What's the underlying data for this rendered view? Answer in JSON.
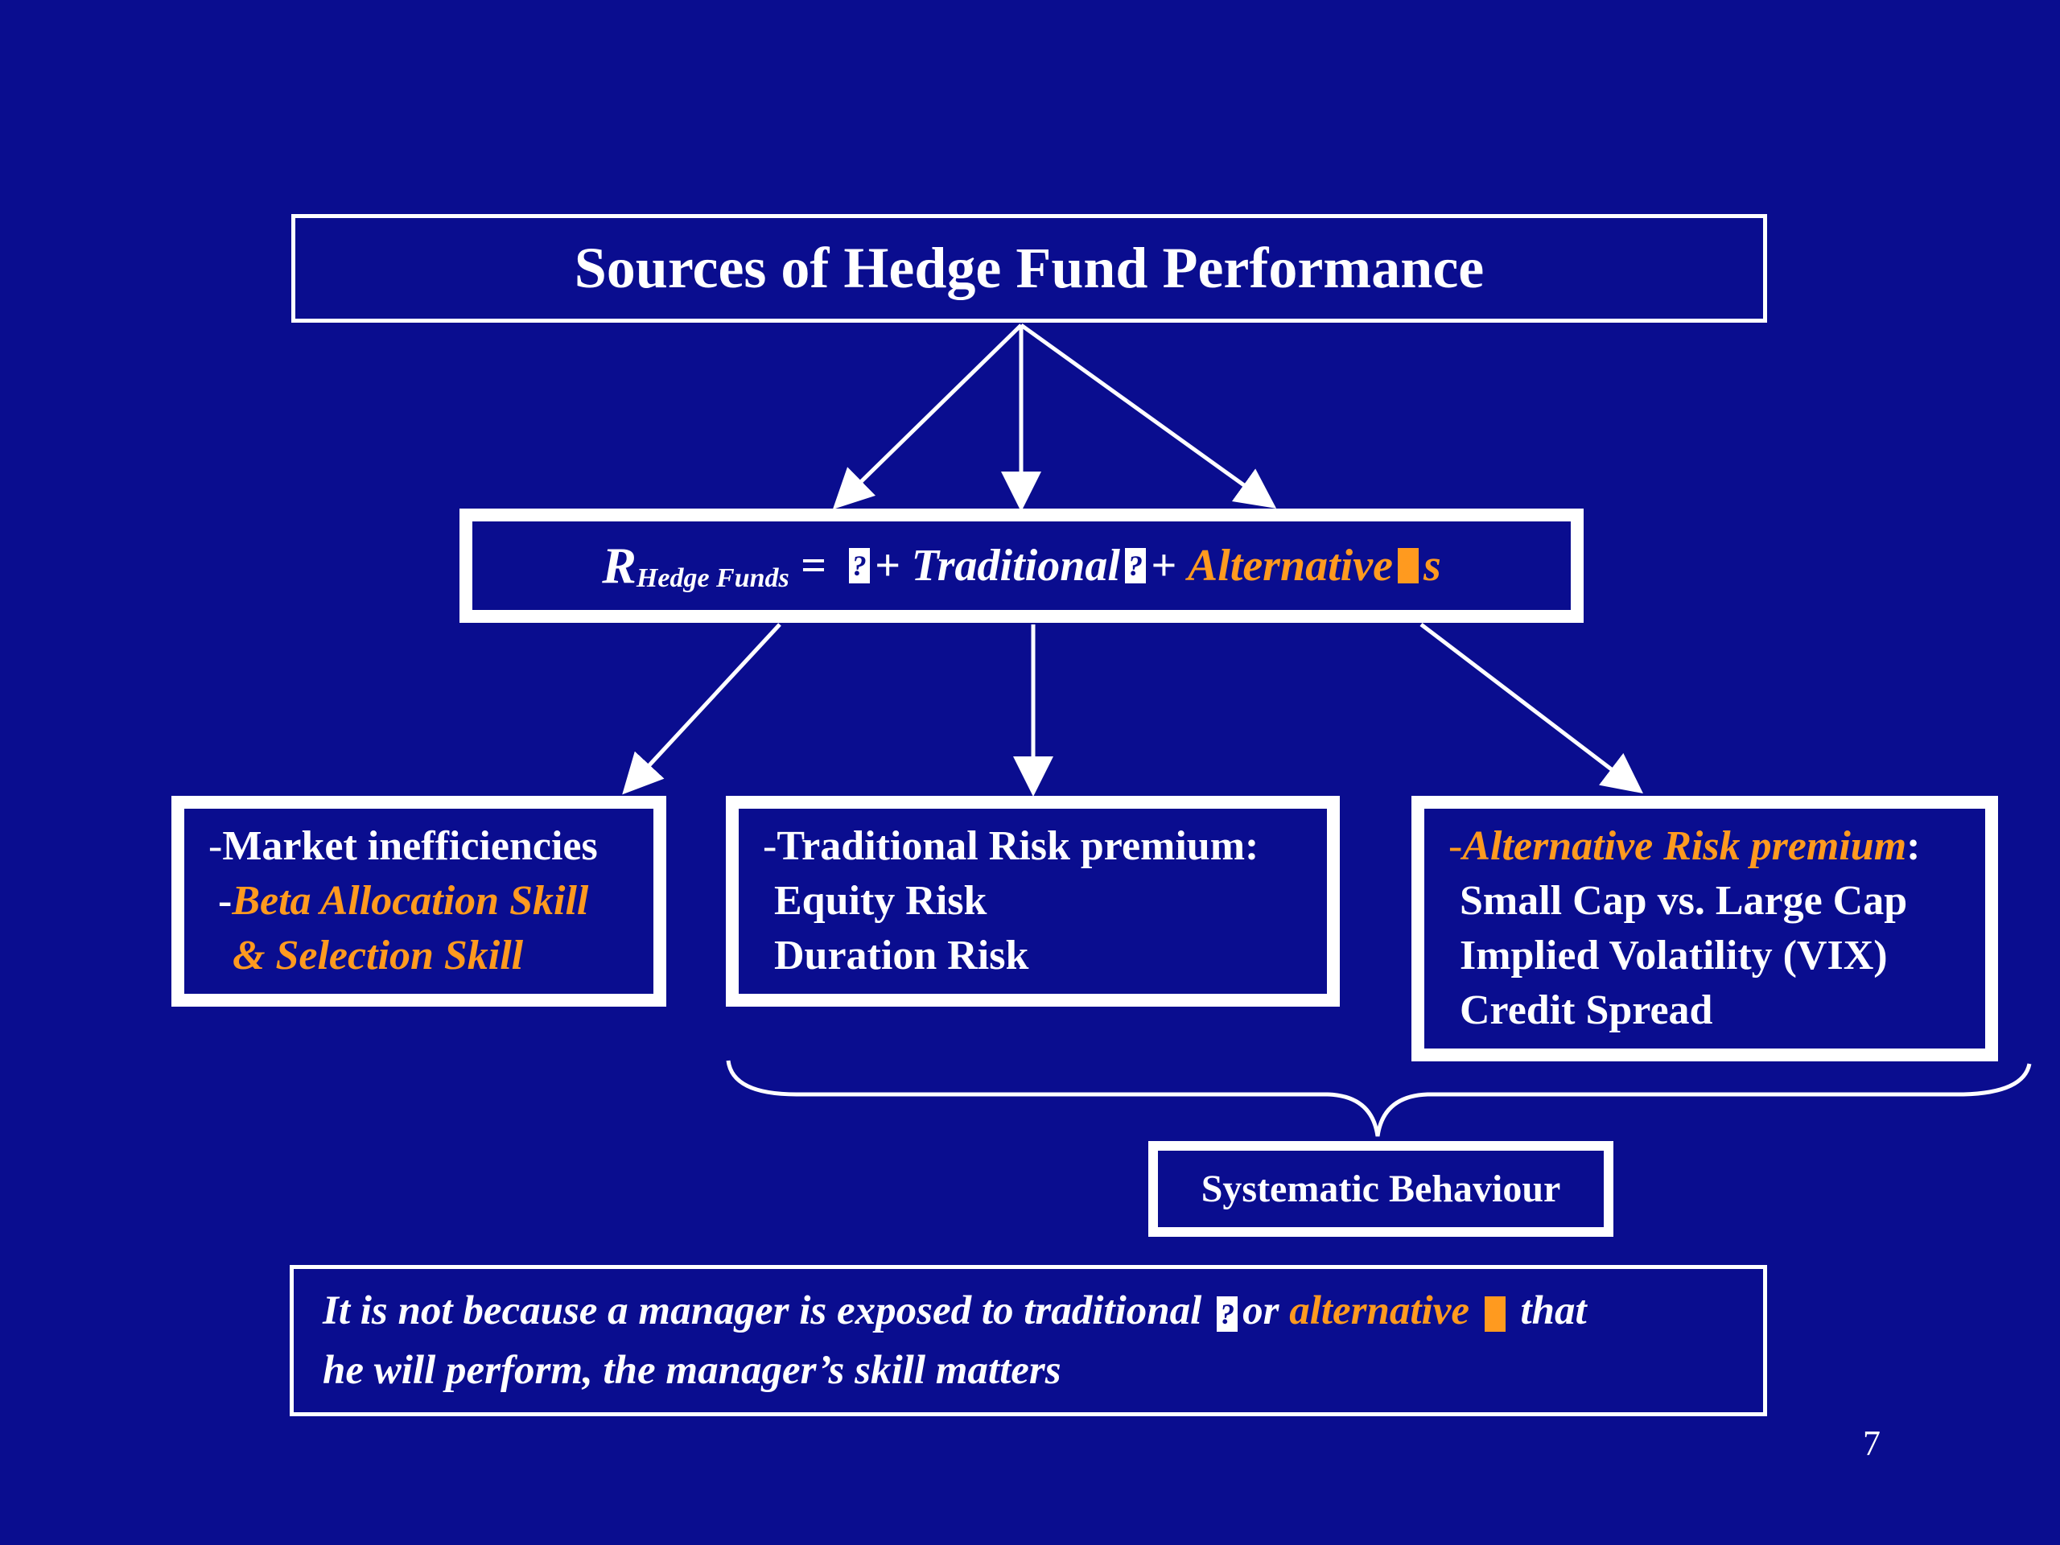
{
  "title": "Sources of Hedge Fund Performance",
  "equation": {
    "r": "R",
    "subscript": "Hedge Funds",
    "equals": "=",
    "plus1": "+",
    "traditional": "Traditional",
    "plus2": "+",
    "alternative": "Alternative",
    "suffix": "s"
  },
  "boxes": {
    "left": {
      "line1_dash": "-",
      "line1": "Market inefficiencies",
      "line2_dash": "-",
      "line2": "Beta Allocation Skill",
      "line3": "& Selection Skill"
    },
    "middle": {
      "line1_dash": "-",
      "line1": "Traditional Risk premium:",
      "line2": "Equity Risk",
      "line3": "Duration Risk"
    },
    "right": {
      "line1_dash": "-",
      "line1": "Alternative Risk premium",
      "line1_colon": ":",
      "line2": "Small Cap vs. Large Cap",
      "line3": "Implied Volatility (VIX)",
      "line4": "Credit Spread"
    }
  },
  "systematic": "Systematic Behaviour",
  "note": {
    "part1": "It is not because a manager is exposed to traditional",
    "part2": "or",
    "part3": "alternative",
    "part4": "that",
    "line2": "he will perform, the manager’s skill matters"
  },
  "page_number": "7",
  "colors": {
    "background": "#0a0d8f",
    "text": "#ffffff",
    "accent": "#ff9a1f"
  },
  "glyph_placeholder": "?"
}
